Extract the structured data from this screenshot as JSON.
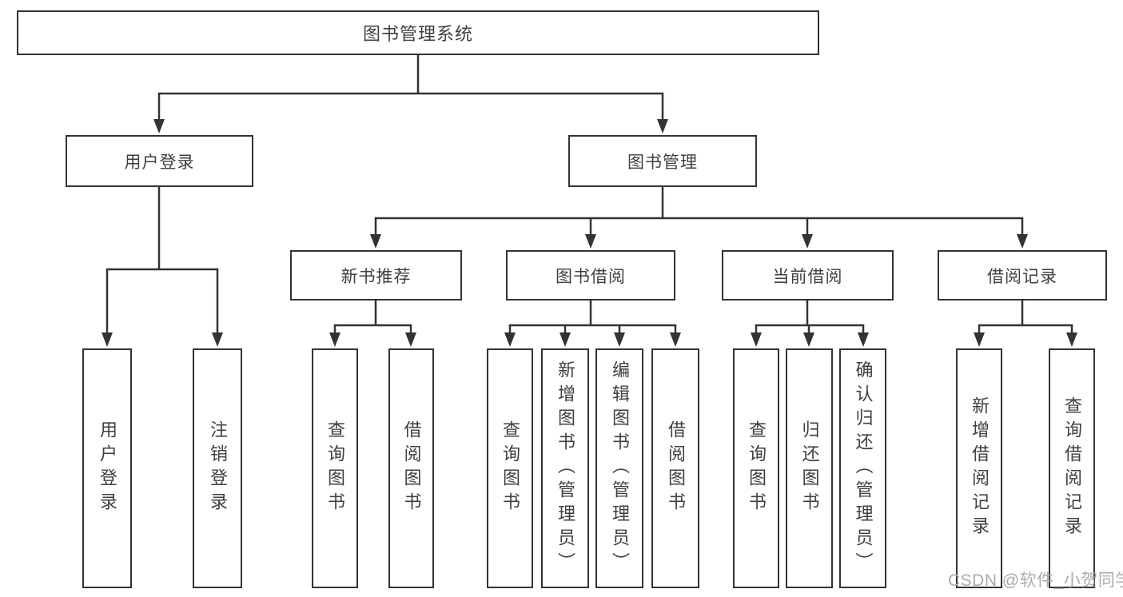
{
  "diagram": {
    "type": "hierarchy-tree",
    "colors": {
      "line": "#333333",
      "text": "#3f3f3f",
      "box_background": "#ffffff",
      "page_background": "#ffffff",
      "watermark": "#ababab"
    },
    "nodes": {
      "root": "图书管理系统",
      "user_login": "用户登录",
      "book_management": "图书管理",
      "new_book_recommend": "新书推荐",
      "book_borrowing": "图书借阅",
      "current_borrowing": "当前借阅",
      "borrowing_records": "借阅记录",
      "leaf_user_login": "用户登录",
      "leaf_logout": "注销登录",
      "leaf_rec_query_books": "查询图书",
      "leaf_rec_borrow_books": "借阅图书",
      "leaf_bb_query_books": "查询图书",
      "leaf_bb_add_books_admin": "新增图书（管理员）",
      "leaf_bb_edit_books_admin": "编辑图书（管理员）",
      "leaf_bb_borrow_books": "借阅图书",
      "leaf_cb_query_books": "查询图书",
      "leaf_cb_return_books": "归还图书",
      "leaf_cb_confirm_return_admin": "确认归还（管理员）",
      "leaf_br_add_record": "新增借阅记录",
      "leaf_br_query_record": "查询借阅记录"
    },
    "tree": {
      "图书管理系统": {
        "用户登录": [
          "用户登录",
          "注销登录"
        ],
        "图书管理": {
          "新书推荐": [
            "查询图书",
            "借阅图书"
          ],
          "图书借阅": [
            "查询图书",
            "新增图书（管理员）",
            "编辑图书（管理员）",
            "借阅图书"
          ],
          "当前借阅": [
            "查询图书",
            "归还图书",
            "确认归还（管理员）"
          ],
          "借阅记录": [
            "新增借阅记录",
            "查询借阅记录"
          ]
        }
      }
    },
    "watermark": "CSDN @软件_小贺同学"
  }
}
